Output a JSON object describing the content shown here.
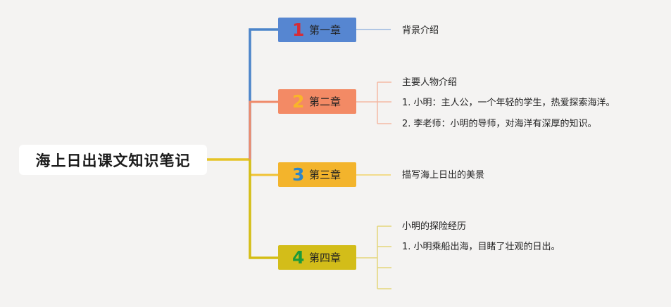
{
  "colors": {
    "background": "#f4f3f2",
    "ch1_box": "#5686d1",
    "ch1_num": "#d62c36",
    "ch1_line": "#4b84c9",
    "ch1_leaf_line": "#9ab8df",
    "ch2_box": "#f38a65",
    "ch2_num": "#f9b42a",
    "ch2_line": "#ef8a6a",
    "ch2_leaf_line": "#f3b9a4",
    "ch3_box": "#f3b42c",
    "ch3_num": "#2f86c6",
    "ch3_line": "#f0c234",
    "ch3_leaf_line": "#f2d46a",
    "ch4_box": "#d3bd19",
    "ch4_num": "#1d9a3a",
    "ch4_line": "#d4bd14",
    "ch4_leaf_line": "#e3d67a",
    "root_line": "#e5c326"
  },
  "root": {
    "title": "海上日出课文知识笔记"
  },
  "chapters": [
    {
      "num": "1",
      "label": "第一章",
      "leaves": [
        "背景介绍"
      ]
    },
    {
      "num": "2",
      "label": "第二章",
      "leaves": [
        "主要人物介绍",
        "1. 小明：主人公，一个年轻的学生，热爱探索海洋。",
        "2. 李老师：小明的导师，对海洋有深厚的知识。"
      ]
    },
    {
      "num": "3",
      "label": "第三章",
      "leaves": [
        "描写海上日出的美景"
      ]
    },
    {
      "num": "4",
      "label": "第四章",
      "leaves": [
        "小明的探险经历",
        "1. 小明乘船出海，目睹了壮观的日出。",
        "",
        ""
      ]
    }
  ]
}
